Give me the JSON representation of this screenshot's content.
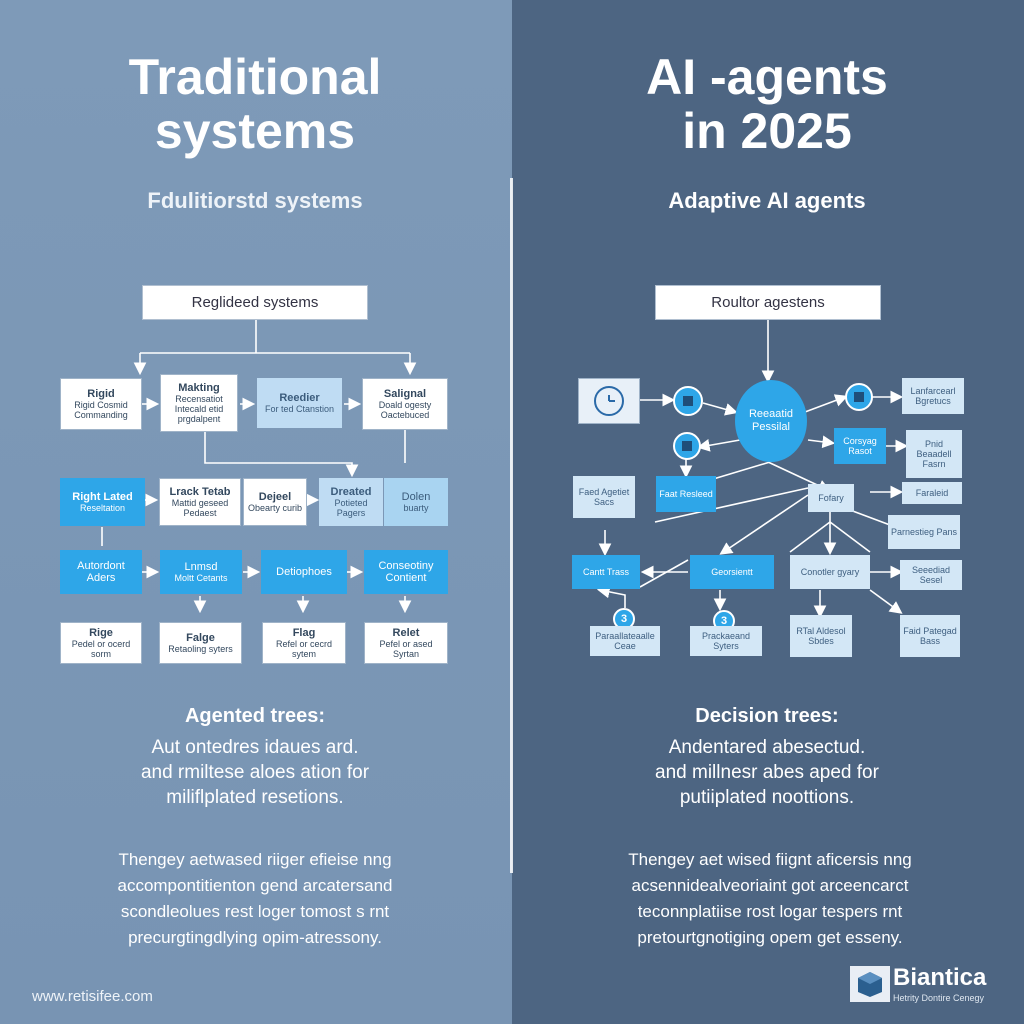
{
  "left": {
    "title_line1": "Traditional",
    "title_line2": "systems",
    "subtitle": "Fdulitiorstd systems",
    "top_box": "Reglideed systems",
    "row1": [
      {
        "title": "Rigid",
        "sub": "Rigid Cosmid Commanding"
      },
      {
        "title": "Makting",
        "sub": "Recensatiot Intecald etid prgdalpent"
      },
      {
        "title": "Reedier",
        "sub": "For ted Ctanstion"
      },
      {
        "title": "Salignal",
        "sub": "Doald ogesty Oactebuced"
      }
    ],
    "row2": [
      {
        "title": "Right Lated",
        "sub": "Reseltation"
      },
      {
        "title": "Lrack Tetab",
        "sub": "Mattid geseed Pedaest"
      },
      {
        "title": "Dejeel",
        "sub": "Obearty curib"
      },
      {
        "title": "Dreated",
        "sub": "Potieted Pagers"
      },
      {
        "title": "Dolen",
        "sub": "buarty"
      }
    ],
    "row3": [
      {
        "title": "Autordont Aders"
      },
      {
        "title": "Lnmsd",
        "sub": "Moltt Cetants"
      },
      {
        "title": "Detiophoes"
      },
      {
        "title": "Conseotiny Contient"
      }
    ],
    "row4": [
      {
        "title": "Rige",
        "sub": "Pedel or ocerd sorm"
      },
      {
        "title": "Falge",
        "sub": "Retaoling syters"
      },
      {
        "title": "Flag",
        "sub": "Refel or cecrd sytem"
      },
      {
        "title": "Relet",
        "sub": "Pefel or ased Syrtan"
      }
    ],
    "heading": "Agented trees:",
    "para": [
      "Aut ontedres idaues ard.",
      "and rmiltese aloes ation for",
      "miliflplated resetions."
    ],
    "foot": [
      "Thengey aetwased riiger efieise nng",
      "accompontitienton gend arcatersand",
      "scondleolues rest loger tomost s rnt",
      "precurgtingdlying opim-atressony."
    ],
    "url": "www.retisifee.com"
  },
  "right": {
    "title_line1": "AI -agents",
    "title_line2": "in 2025",
    "subtitle": "Adaptive AI agents",
    "top_box": "Roultor agestens",
    "hub": "Reeaatid Pessilal",
    "nodes": {
      "tr1": "Lanfarcearl Bgretucs",
      "tr2": "Pnid Beaadell Fasrn",
      "mid1": "Corsyag Rasot",
      "left1": "Faed Agetiet Sacs",
      "left2": "Faat Resleed",
      "center": "Fofary",
      "right3": "Faraleid",
      "cantt": "Cantt Trass",
      "gc": "Georsientt",
      "cs": "Conotler gyary",
      "seed": "Seeediad Sesel",
      "parn": "Parnestieg Pans",
      "b1": "Paraallateaalle Ceae",
      "b2": "Prackaeand Syters",
      "b3": "RTal Aldesol Sbdes",
      "b4": "Faid Pategad Bass"
    },
    "badges": {
      "b_a": "3",
      "b_b": "3"
    },
    "heading": "Decision trees:",
    "para": [
      "Andentared abesectud.",
      "and millnesr abes aped for",
      "putiiplated noottions."
    ],
    "foot": [
      "Thengey aet wised fiignt aficersis nng",
      "acsennidealveoriaint got arceencarct",
      "teconnplatiise rost logar tespers rnt",
      "pretourtgnotiging opem get esseny."
    ],
    "brand": "Biantica",
    "brand_tag": "Hetrity Dontire Cenegy"
  },
  "colors": {
    "accent": "#2ea6e8",
    "left_bg": "#7e9ab8",
    "right_bg": "#4d6582"
  }
}
